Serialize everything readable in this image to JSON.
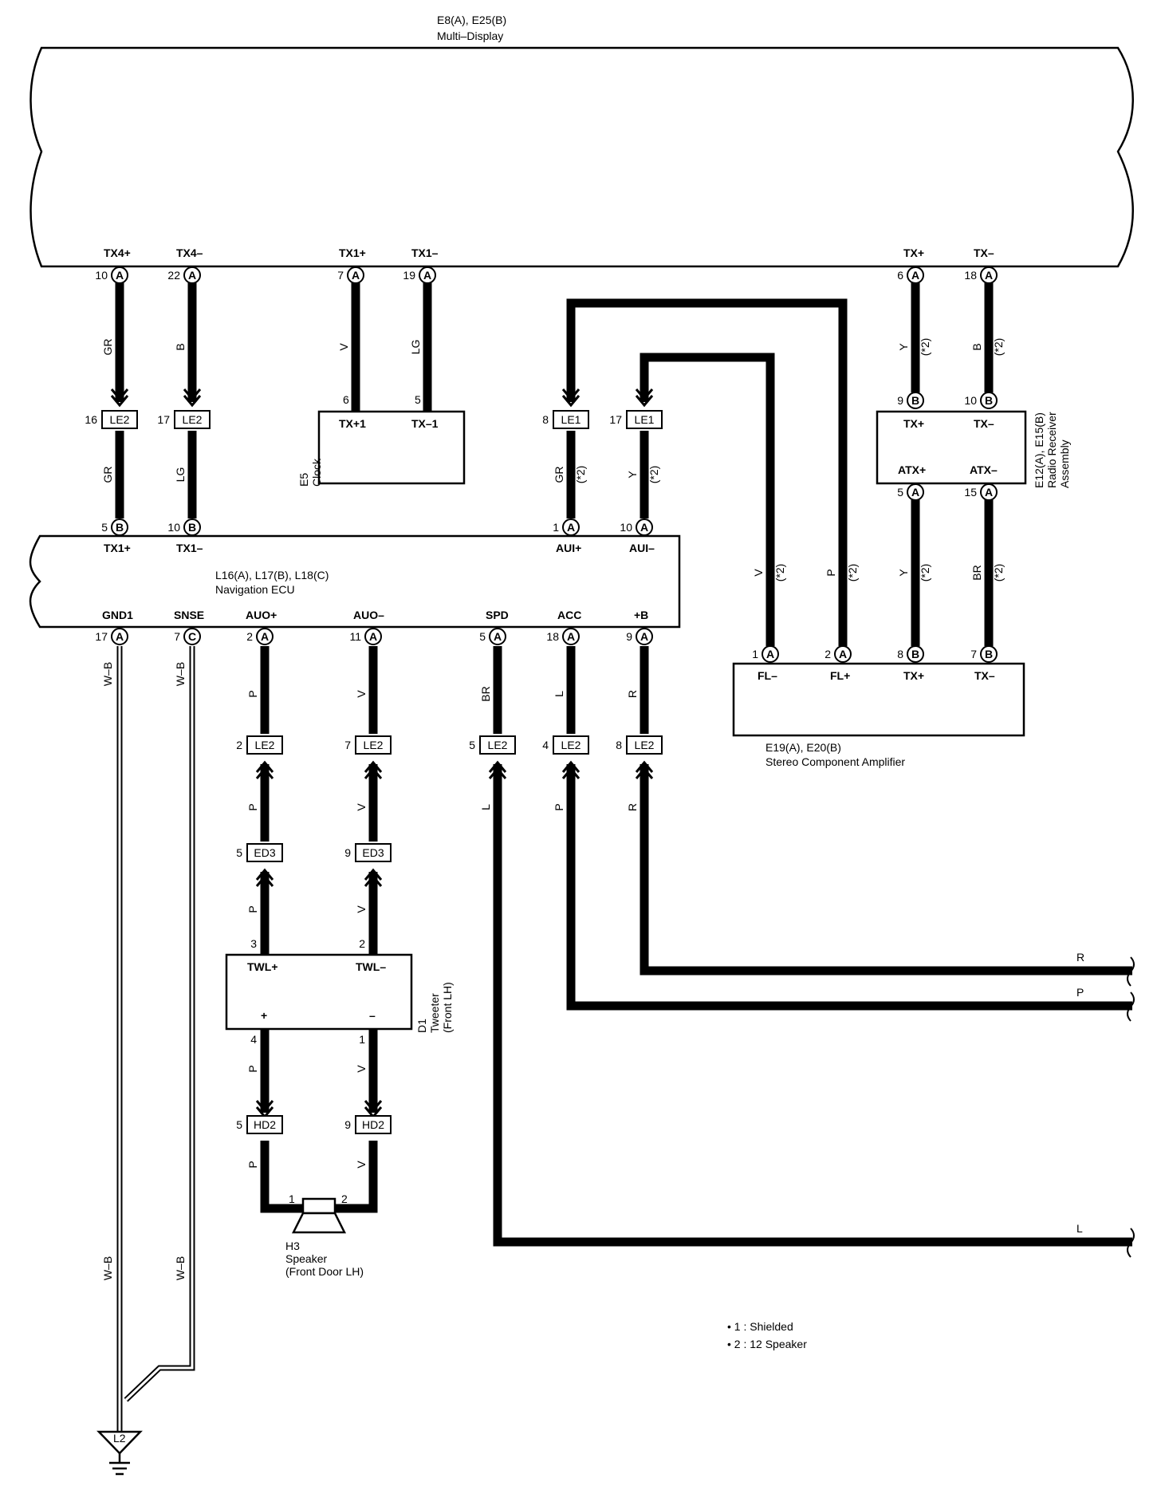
{
  "components": {
    "multi_display": {
      "ref": "E8(A), E25(B)",
      "name": "Multi–Display"
    },
    "clock": {
      "ref": "E5",
      "name": "Clock"
    },
    "radio": {
      "ref": "E12(A), E15(B)",
      "name1": "Radio Receiver",
      "name2": "Assembly"
    },
    "nav_ecu": {
      "ref": "L16(A), L17(B), L18(C)",
      "name": "Navigation ECU"
    },
    "amplifier": {
      "ref": "E19(A), E20(B)",
      "name": "Stereo Component Amplifier"
    },
    "tweeter": {
      "ref": "D1",
      "name": "Tweeter",
      "pos": "(Front LH)"
    },
    "speaker": {
      "ref": "H3",
      "name": "Speaker",
      "pos": "(Front Door LH)"
    },
    "ground": {
      "ref": "L2"
    }
  },
  "notes": [
    "• 1 : Shielded",
    "• 2 : 12 Speaker"
  ],
  "terminals": {
    "md": [
      "TX4+",
      "TX4–",
      "TX1+",
      "TX1–",
      "TX+",
      "TX–"
    ],
    "clock": [
      "TX+1",
      "TX–1"
    ],
    "radio": [
      "TX+",
      "TX–",
      "ATX+",
      "ATX–"
    ],
    "nav_top": [
      "TX1+",
      "TX1–",
      "AUI+",
      "AUI–"
    ],
    "nav_bottom": [
      "GND1",
      "SNSE",
      "AUO+",
      "AUO–",
      "SPD",
      "ACC",
      "+B"
    ],
    "amp": [
      "FL–",
      "FL+",
      "TX+",
      "TX–"
    ],
    "tweeter": [
      "TWL+",
      "TWL–",
      "+",
      "–"
    ]
  },
  "pins": {
    "md": [
      "10",
      "22",
      "7",
      "19",
      "6",
      "18"
    ],
    "clock": [
      "6",
      "5"
    ],
    "radio_top": [
      "9",
      "10"
    ],
    "radio_bottom": [
      "5",
      "15"
    ],
    "nav_top": [
      "5",
      "10",
      "1",
      "10"
    ],
    "nav_bottom": [
      "17",
      "7",
      "2",
      "11",
      "5",
      "18",
      "9"
    ],
    "amp": [
      "1",
      "2",
      "8",
      "7"
    ],
    "le2_top": [
      "16",
      "17"
    ],
    "le1": [
      "8",
      "17"
    ],
    "le2_bottom": [
      "2",
      "7",
      "5",
      "4",
      "8"
    ],
    "ed3": [
      "5",
      "9"
    ],
    "tw_top": [
      "3",
      "2"
    ],
    "tw_bottom": [
      "4",
      "1"
    ],
    "hd2": [
      "5",
      "9"
    ],
    "spk": [
      "1",
      "2"
    ]
  },
  "connector_letters": {
    "md": [
      "A",
      "A",
      "A",
      "A",
      "A",
      "A"
    ],
    "radio_top": [
      "B",
      "B"
    ],
    "radio_bottom": [
      "A",
      "A"
    ],
    "nav_top": [
      "B",
      "B",
      "A",
      "A"
    ],
    "nav_bottom": [
      "A",
      "C",
      "A",
      "A",
      "A",
      "A",
      "A"
    ],
    "amp": [
      "A",
      "A",
      "B",
      "B"
    ]
  },
  "junctions": {
    "le2": "LE2",
    "le1": "LE1",
    "ed3": "ED3",
    "hd2": "HD2"
  },
  "wire_colors": {
    "md_nav_upper": [
      "GR",
      "B"
    ],
    "md_nav_lower": [
      "GR",
      "LG"
    ],
    "md_clock": [
      "V",
      "LG"
    ],
    "md_radio": [
      "Y",
      "B"
    ],
    "star2": "(*2)",
    "le1_nav": [
      "GR",
      "Y"
    ],
    "amp_long": [
      "V",
      "P"
    ],
    "radio_amp": [
      "Y",
      "BR"
    ],
    "ground": [
      "W–B",
      "W–B",
      "W–B",
      "W–B"
    ],
    "nav_le2": [
      "P",
      "V",
      "BR",
      "L",
      "R"
    ],
    "le2_below": [
      "P",
      "V",
      "L",
      "P",
      "R"
    ],
    "ed3_tw": [
      "P",
      "V"
    ],
    "tw_hd2": [
      "P",
      "V"
    ],
    "hd2_spk": [
      "P",
      "V"
    ],
    "right_ends": [
      "R",
      "P",
      "L"
    ]
  }
}
